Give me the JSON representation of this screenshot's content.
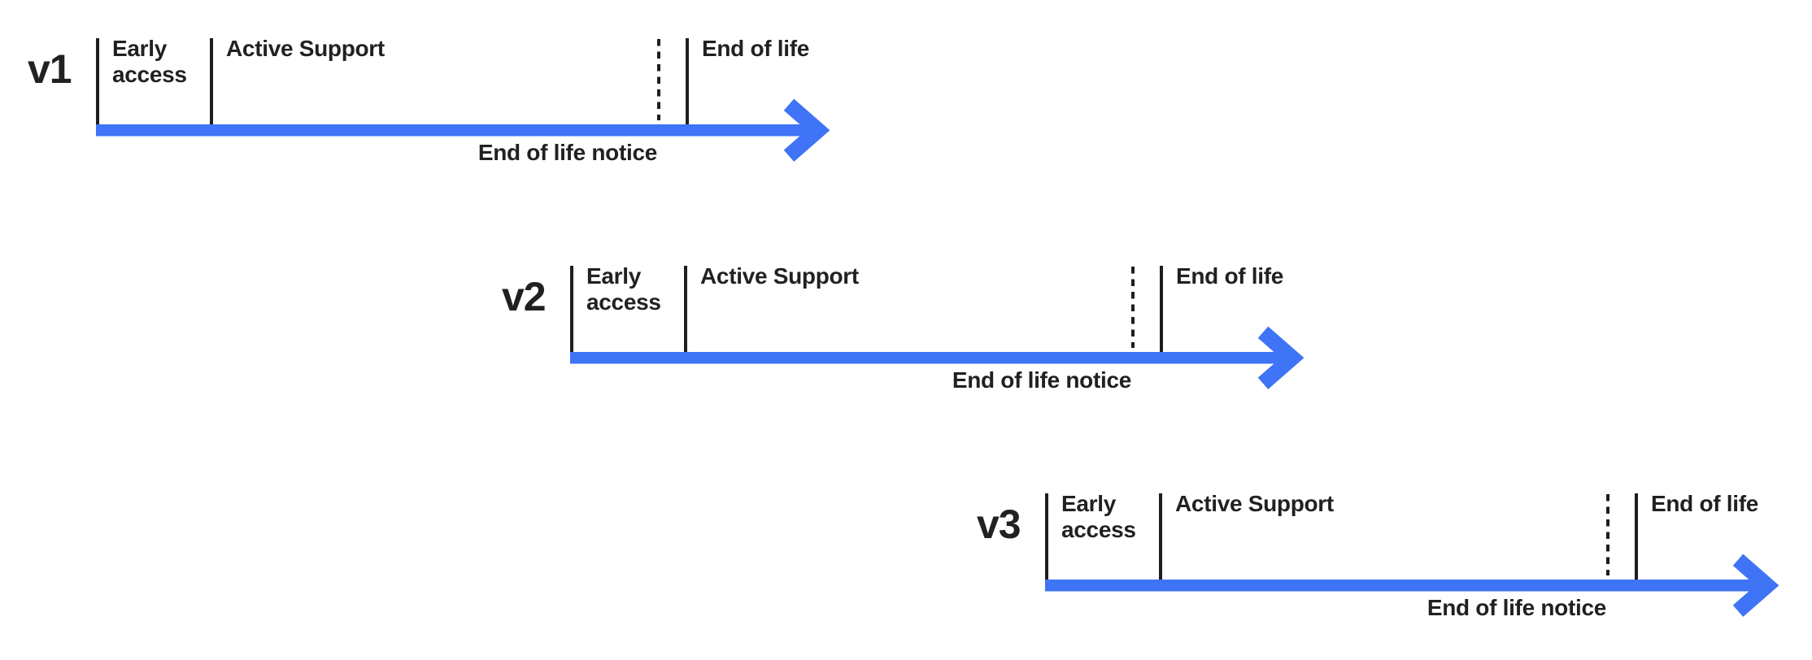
{
  "colors": {
    "accent": "#3E74F5",
    "text": "#212121",
    "line": "#1E1E1E",
    "bg": "#FFFFFF"
  },
  "timelines": [
    {
      "version": "v1",
      "early_access": "Early access",
      "active_support": "Active Support",
      "end_of_life": "End of life",
      "end_of_life_notice": "End of life notice"
    },
    {
      "version": "v2",
      "early_access": "Early access",
      "active_support": "Active Support",
      "end_of_life": "End of life",
      "end_of_life_notice": "End of life notice"
    },
    {
      "version": "v3",
      "early_access": "Early access",
      "active_support": "Active Support",
      "end_of_life": "End of life",
      "end_of_life_notice": "End of life notice"
    }
  ]
}
